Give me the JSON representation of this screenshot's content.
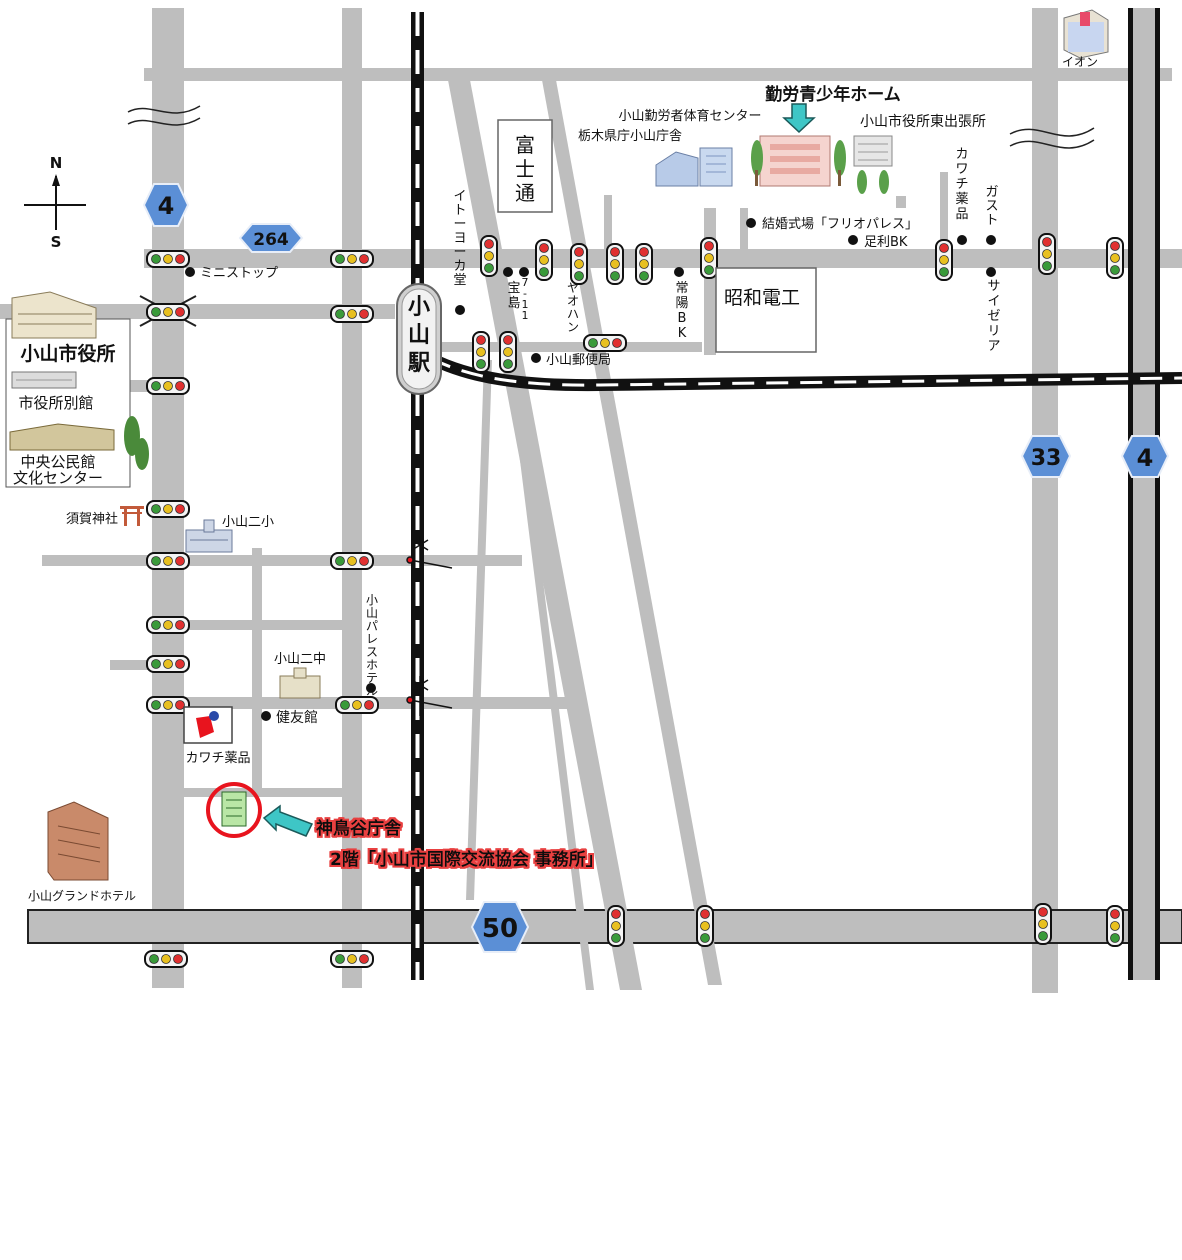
{
  "routes": {
    "r4_left": "4",
    "r264": "264",
    "r33": "33",
    "r4_right": "4",
    "r50": "50"
  },
  "compass": {
    "north": "N",
    "south": "S"
  },
  "station": "小山駅",
  "fujimi": "富士通",
  "showa": "昭和電工",
  "labels": {
    "ion": "イオン",
    "kinro": "勤労青少年ホーム",
    "taiiku": "小山勤労者体育センター",
    "tochigi": "栃木県庁小山庁舎",
    "higashi": "小山市役所東出張所",
    "kawachi_top": "カワチ薬品",
    "gusto": "ガスト",
    "saizeriya": "サイゼリア",
    "kekkon": "結婚式場「フリオパレス」",
    "ashikaga": "足利BK",
    "ministop": "ミニストップ",
    "itoyoka": "イトーヨーカ堂",
    "seven": "7-11",
    "takarajima": "宝島",
    "yaohan": "ヤオハン",
    "joyo": "常陽BK",
    "post": "小山郵便局",
    "cityhall": "小山市役所",
    "annex": "市役所別館",
    "community1": "中央公民館",
    "community2": "文化センター",
    "suga": "須賀神社",
    "oyama2sho": "小山二小",
    "palace": "小山パレスホテル",
    "oyama2chu": "小山二中",
    "kenyu": "健友館",
    "kawachi_bottom": "カワチ薬品",
    "grand": "小山グランドホテル",
    "target1": "神鳥谷庁舎",
    "target2": "2階「小山市国際交流協会 事務所」"
  },
  "colors": {
    "road": "#bebebe",
    "route_badge": "#5b8fd6",
    "target_circle": "#e8141e",
    "target_arrow": "#3ec6c6",
    "target_text_glow": "#e84040"
  }
}
